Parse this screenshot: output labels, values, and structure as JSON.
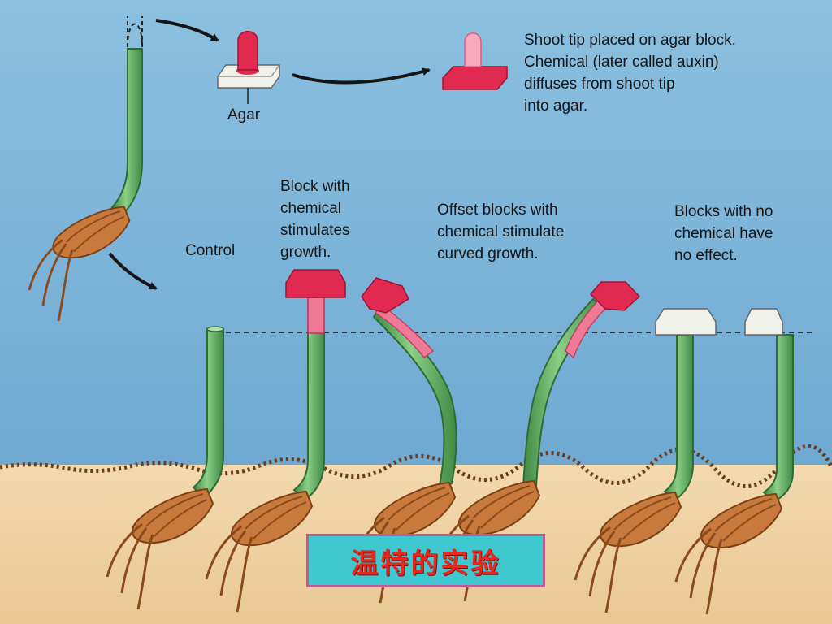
{
  "labels": {
    "agar": "Agar",
    "tip_note": [
      "Shoot tip placed on agar block.",
      "Chemical (later called auxin)",
      "diffuses from shoot tip",
      "into agar."
    ],
    "control": "Control",
    "block_with_chemical": [
      "Block with",
      "chemical",
      "stimulates",
      "growth."
    ],
    "offset_blocks": [
      "Offset blocks with",
      "chemical stimulate",
      "curved growth."
    ],
    "blocks_no_chemical": [
      "Blocks with no",
      "chemical have",
      "no effect."
    ]
  },
  "title": "温特的实验",
  "colors": {
    "sky": "#7fb6d9",
    "soil": "#f0d3a5",
    "stem": "#5aa55a",
    "auxin_block": "#e2294f",
    "plain_block": "#f1f1ec",
    "title_bg": "#3fc8cf",
    "title_text": "#e8281e"
  },
  "icons": [
    "arrow-icon",
    "coleoptile-icon",
    "agar-block-icon",
    "seed-bulb-icon"
  ]
}
